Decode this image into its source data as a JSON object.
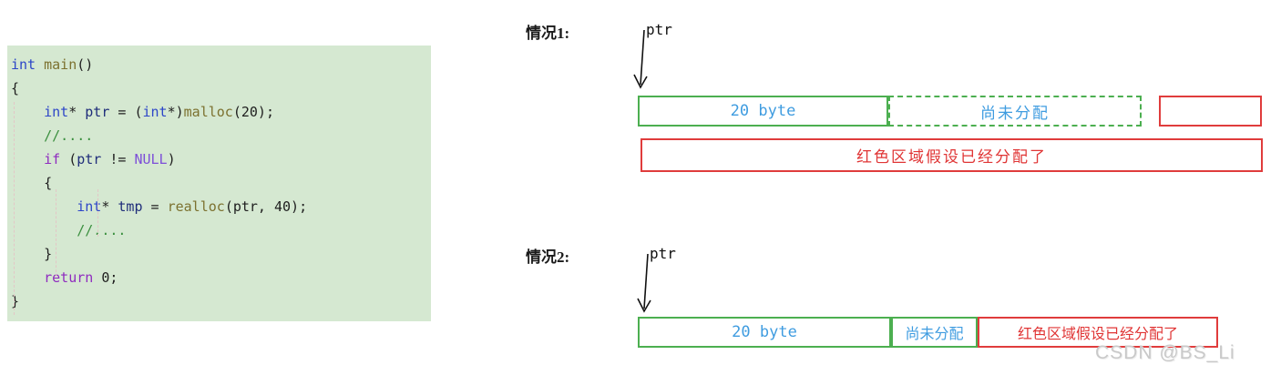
{
  "code": {
    "lines": [
      [
        [
          "kw",
          "int"
        ],
        [
          "pl",
          " "
        ],
        [
          "fn",
          "main"
        ],
        [
          "pl",
          "()"
        ]
      ],
      [
        [
          "pl",
          "{"
        ]
      ],
      [
        [
          "pl",
          "    "
        ],
        [
          "kw",
          "int"
        ],
        [
          "pl",
          "* "
        ],
        [
          "var",
          "ptr"
        ],
        [
          "pl",
          " = ("
        ],
        [
          "kw",
          "int"
        ],
        [
          "pl",
          "*)"
        ],
        [
          "fn",
          "malloc"
        ],
        [
          "pl",
          "(20);"
        ]
      ],
      [
        [
          "cm",
          "    //...."
        ]
      ],
      [
        [
          "pl",
          "    "
        ],
        [
          "kw2",
          "if"
        ],
        [
          "pl",
          " ("
        ],
        [
          "var",
          "ptr"
        ],
        [
          "pl",
          " != "
        ],
        [
          "cnst",
          "NULL"
        ],
        [
          "pl",
          ")"
        ]
      ],
      [
        [
          "pl",
          "    {"
        ]
      ],
      [
        [
          "pl",
          "        "
        ],
        [
          "kw",
          "int"
        ],
        [
          "pl",
          "* "
        ],
        [
          "var",
          "tmp"
        ],
        [
          "pl",
          " = "
        ],
        [
          "fn",
          "realloc"
        ],
        [
          "pl",
          "(ptr, 40);"
        ]
      ],
      [
        [
          "cm",
          "        //...."
        ]
      ],
      [
        [
          "pl",
          "    }"
        ]
      ],
      [
        [
          "pl",
          "    "
        ],
        [
          "kw2",
          "return"
        ],
        [
          "pl",
          " 0;"
        ]
      ],
      [
        [
          "pl",
          "}"
        ]
      ]
    ]
  },
  "scenario1": {
    "title": "情况1:",
    "ptr_label": "ptr",
    "allocated_box": "20 byte",
    "unallocated_box": "尚未分配",
    "red_empty_box": "",
    "red_note": "红色区域假设已经分配了"
  },
  "scenario2": {
    "title": "情况2:",
    "ptr_label": "ptr",
    "allocated_box": "20 byte",
    "unallocated_box": "尚未分配",
    "red_box": "红色区域假设已经分配了"
  },
  "watermark": "CSDN @BS_Li",
  "colors": {
    "code_background": "#d5e8d1",
    "green_border": "#4caf50",
    "red_border": "#e03c3c",
    "blue_text": "#3f9ce0",
    "red_text": "#e03535",
    "keyword_blue": "#2d46c8",
    "keyword_purple": "#8f2bbf",
    "function_olive": "#7c712f",
    "comment_green": "#3a8f3e",
    "watermark_gray": "#c9c9c9"
  }
}
